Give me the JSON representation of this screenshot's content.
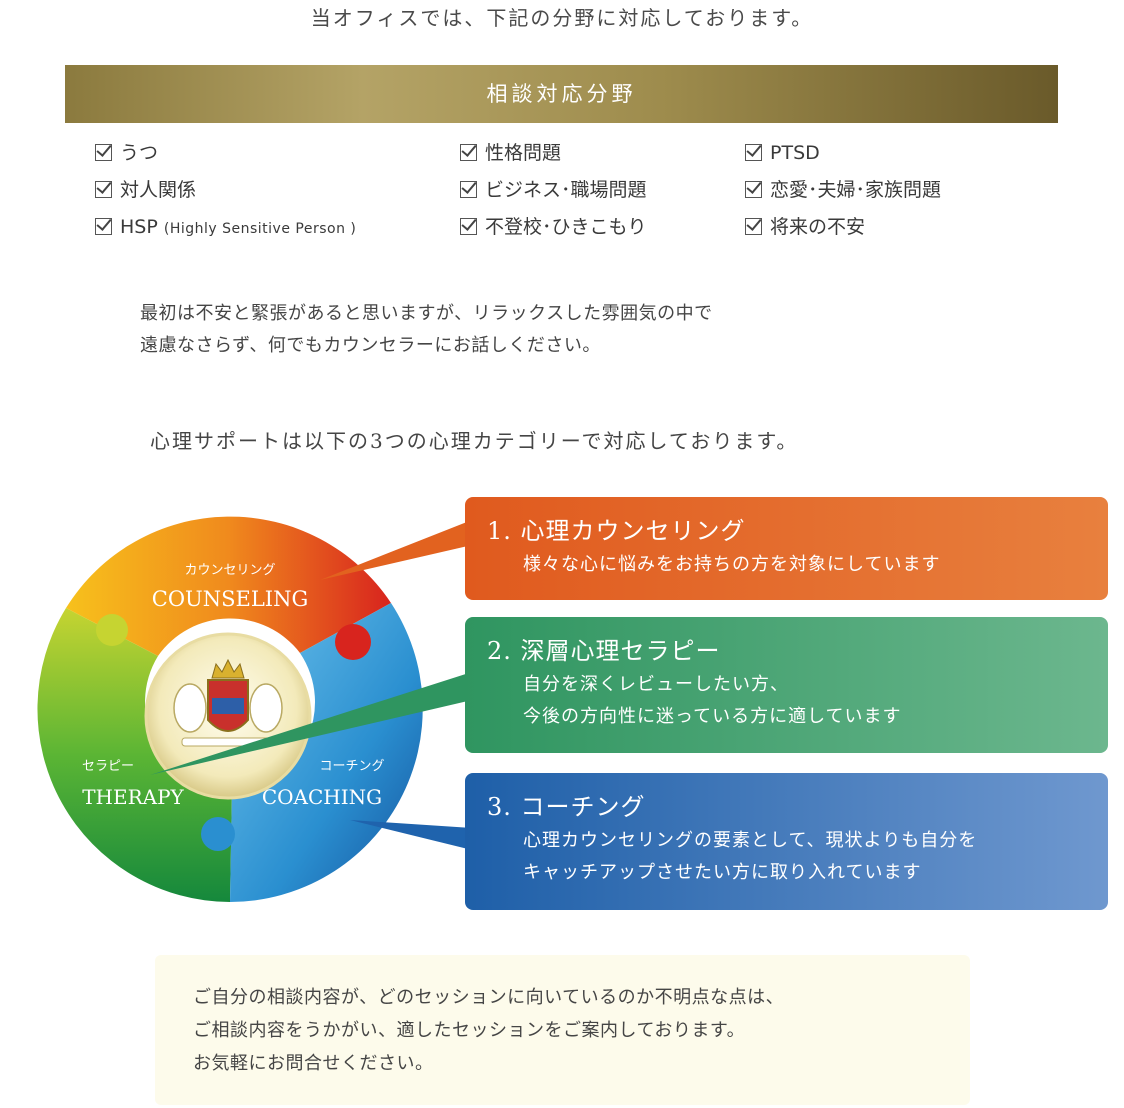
{
  "intro": "当オフィスでは、下記の分野に対応しております。",
  "section_title": "相談対応分野",
  "areas": {
    "col1": [
      "うつ",
      "対人関係",
      "HSP"
    ],
    "hsp_note": "(Highly Sensitive Person )",
    "col2": [
      "性格問題",
      "ビジネス･職場問題",
      "不登校･ひきこもり"
    ],
    "col3": [
      "PTSD",
      "恋愛･夫婦･家族問題",
      "将来の不安"
    ]
  },
  "message": {
    "line1": "最初は不安と緊張があると思いますが、リラックスした雰囲気の中で",
    "line2": "遠慮なさらず、何でもカウンセラーにお話しください。"
  },
  "categories_heading": "心理サポートは以下の3つの心理カテゴリーで対応しております。",
  "wheel": {
    "counseling_kana": "カウンセリング",
    "counseling_en": "COUNSELING",
    "therapy_kana": "セラピー",
    "therapy_en": "THERAPY",
    "coaching_kana": "コーチング",
    "coaching_en": "COACHING"
  },
  "cards": [
    {
      "title": "1. 心理カウンセリング",
      "lines": [
        "様々な心に悩みをお持ちの方を対象にしています"
      ],
      "color": "#e05a1e"
    },
    {
      "title": "2. 深層心理セラピー",
      "lines": [
        "自分を深くレビューしたい方、",
        "今後の方向性に迷っている方に適しています"
      ],
      "color": "#2f9560"
    },
    {
      "title": "3. コーチング",
      "lines": [
        "心理カウンセリングの要素として、現状よりも自分を",
        "キャッチアップさせたい方に取り入れています"
      ],
      "color": "#1e5fa8"
    }
  ],
  "note": {
    "line1": "ご自分の相談内容が、どのセッションに向いているのか不明点な点は、",
    "line2": "ご相談内容をうかがい、適したセッションをご案内しております。",
    "line3": "お気軽にお問合せください。"
  }
}
